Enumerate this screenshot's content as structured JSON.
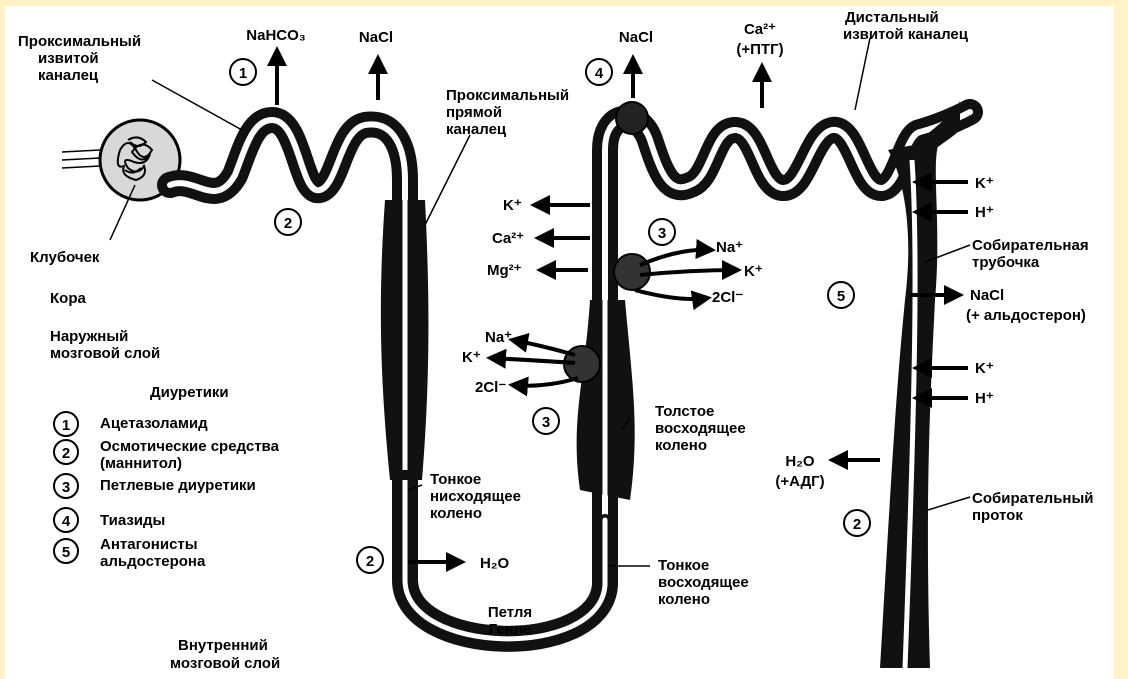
{
  "colors": {
    "frame": "#fdf3c6",
    "ink": "#111111",
    "lumen": "#ffffff"
  },
  "labels": {
    "proximal_convoluted": [
      "Проксимальный",
      "извитой",
      "каналец"
    ],
    "proximal_straight": [
      "Проксимальный",
      "прямой",
      "каналец"
    ],
    "distal_convoluted": [
      "Дистальный",
      "извитой каналец"
    ],
    "glomerulus": "Клубочек",
    "cortex": "Кора",
    "outer_medulla": [
      "Наружный",
      "мозговой слой"
    ],
    "inner_medulla": [
      "Внутренний",
      "мозговой слой"
    ],
    "thin_descending": [
      "Тонкое",
      "нисходящее",
      "колено"
    ],
    "thin_ascending": [
      "Тонкое",
      "восходящее",
      "колено"
    ],
    "thick_ascending": [
      "Толстое",
      "восходящее",
      "колено"
    ],
    "loop_henle": [
      "Петля",
      "Генле"
    ],
    "collecting_tubule": [
      "Собирательная",
      "трубочка"
    ],
    "collecting_duct": [
      "Собирательный",
      "проток"
    ]
  },
  "ions": {
    "nahco3": "NaHCO₃",
    "nacl_proximal": "NaCl",
    "nacl_distal": "NaCl",
    "ca_ptg": [
      "Ca²⁺",
      "(+ПТГ)"
    ],
    "k_loop": "K⁺",
    "ca_loop": "Ca²⁺",
    "mg_loop": "Mg²⁺",
    "na_in_upper": "Na⁺",
    "k_in_upper": "K⁺",
    "cl_in_upper": "2Cl⁻",
    "na_in_lower": "Na⁺",
    "k_in_lower": "K⁺",
    "cl_in_lower": "2Cl⁻",
    "k_collect_1": "K⁺",
    "h_collect_1": "H⁺",
    "nacl_collect": [
      "NaCl",
      "(+ альдостерон)"
    ],
    "k_collect_2": "K⁺",
    "h_collect_2": "H⁺",
    "h2o_adg": [
      "H₂O",
      "(+АДГ)"
    ],
    "h2o_loop": "H₂O"
  },
  "markers": {
    "proximal_1": "1",
    "proximal_2": "2",
    "distal_4": "4",
    "loop_3_upper": "3",
    "loop_3_lower": "3",
    "collecting_5": "5",
    "descending_2": "2",
    "duct_2": "2"
  },
  "legend": {
    "title": "Диуретики",
    "items": [
      {
        "num": "1",
        "text": [
          "Ацетазоламид"
        ]
      },
      {
        "num": "2",
        "text": [
          "Осмотические средства",
          "(маннитол)"
        ]
      },
      {
        "num": "3",
        "text": [
          "Петлевые диуретики"
        ]
      },
      {
        "num": "4",
        "text": [
          "Тиазиды"
        ]
      },
      {
        "num": "5",
        "text": [
          "Антагонисты",
          "альдостерона"
        ]
      }
    ]
  }
}
